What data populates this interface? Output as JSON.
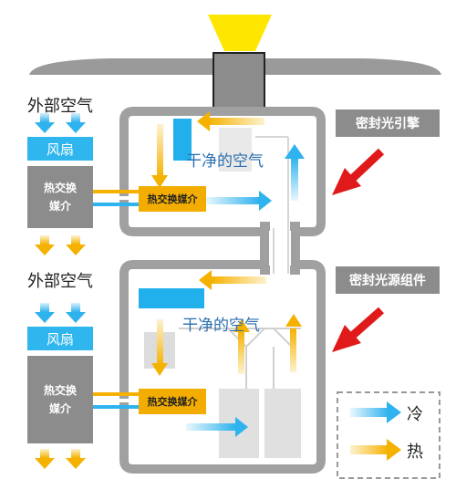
{
  "outside_air_top": "外部空气",
  "outside_air_bottom": "外部空气",
  "fan_top": "风扇",
  "fan_bottom": "风扇",
  "heat_exchanger_top": [
    "热交换",
    "媒介"
  ],
  "heat_exchanger_bottom": [
    "热交换",
    "媒介"
  ],
  "media_top": "热交换媒介",
  "media_bottom": "热交换媒介",
  "clean_air_top": "干净的空气",
  "clean_air_bottom": "干净的空气",
  "engine_label": "密封光引擎",
  "light_source_label": "密封光源组件",
  "legend": {
    "cold": "冷",
    "hot": "热"
  },
  "colors": {
    "cold": "#34b6ee",
    "hot": "#f5b100",
    "wall": "#a0a0a0",
    "red_arrow": "#e01a1a",
    "lens": "#ffe600"
  }
}
